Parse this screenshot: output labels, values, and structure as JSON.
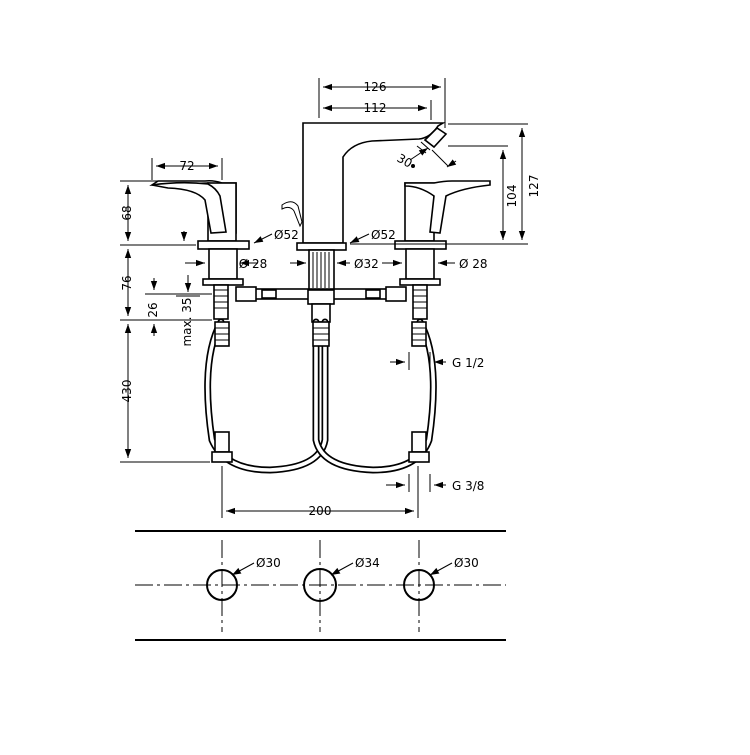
{
  "dimensions": {
    "width_126": "126",
    "width_112": "112",
    "angle_30": "30",
    "height_127": "127",
    "height_104": "104",
    "width_72": "72",
    "height_68": "68",
    "height_76": "76",
    "height_26": "26",
    "max_35": "max. 35",
    "height_430": "430",
    "dia_52_left": "Ø52",
    "dia_52_right": "Ø52",
    "dia_28_left": "Ø 28",
    "dia_32": "Ø32",
    "dia_28_right": "Ø 28",
    "thread_g12": "G  1/2",
    "thread_g38": "G  3/8",
    "spacing_200": "200",
    "hole_30_left": "Ø30",
    "hole_34": "Ø34",
    "hole_30_right": "Ø30"
  }
}
